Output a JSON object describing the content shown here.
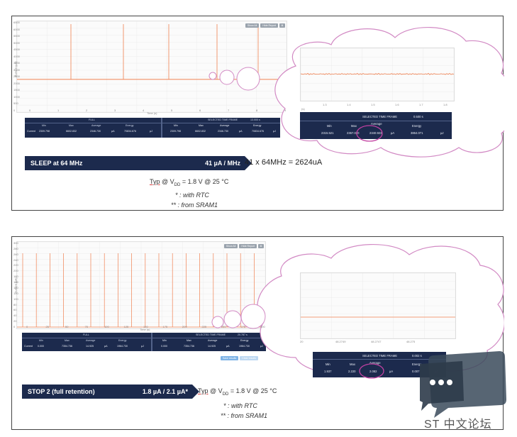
{
  "panels": [
    {
      "plot": {
        "ylabel": "Current (µA)",
        "xlabel": "Time (s)",
        "yticks": [
          "6500",
          "6000",
          "5500",
          "5000",
          "4500",
          "4000",
          "3500",
          "3000",
          "2500",
          "2000",
          "1500",
          "1000",
          "500",
          "0"
        ],
        "xticks": [
          "0",
          "1",
          "2",
          "3",
          "4",
          "5",
          "6",
          "7",
          "8",
          "9"
        ],
        "buttons": [
          "Show All",
          "Hide Report",
          "⚙"
        ]
      },
      "table": {
        "full_label": "FULL",
        "selected_label": "SELECTED TIME FRAME",
        "selected_value": "13.000 s",
        "headers": [
          "Min",
          "Max",
          "Average",
          "Energy"
        ],
        "row_label": "Current",
        "full_values": [
          "2309.798",
          "6602.832",
          "2346.730",
          "µA",
          "70834.676",
          "µJ"
        ],
        "selected_values": [
          "2309.798",
          "6602.832",
          "2346.730",
          "µA",
          "70834.676",
          "µJ"
        ]
      },
      "zoom": {
        "xticks": [
          "1.3",
          "1.4",
          "1.5",
          "1.6",
          "1.7",
          "1.8"
        ],
        "corner": "(s)",
        "selected_label": "SELECTED TIME FRAME",
        "selected_value": "0.500 s",
        "headers": [
          "Min",
          "Max",
          "Average",
          "Energy"
        ],
        "values": [
          "2315.521",
          "2367.020",
          "2340.923",
          "µA",
          "3864.071",
          "µJ"
        ]
      },
      "banner": {
        "left": "SLEEP at 64 MHz",
        "right": "41 µA / MHz"
      },
      "formula": "41 x 64MHz = 2624uA",
      "typ": {
        "prefix": "Typ",
        "mid": " @ V",
        "sub": "DD",
        "suffix": " = 1.8 V @ 25 °C"
      },
      "footnotes": [
        "* : with RTC",
        "** : from SRAM1"
      ]
    },
    {
      "plot": {
        "ylabel": "Current (µA)",
        "xlabel": "Time (s)",
        "yticks": [
          "300",
          "280",
          "260",
          "240",
          "220",
          "200",
          "180",
          "160",
          "140",
          "120",
          "100",
          "80",
          "60",
          "40",
          "20",
          "0"
        ],
        "xticks": [
          "0",
          "25",
          "50",
          "75",
          "100",
          "125",
          "150",
          "175",
          "200",
          "225",
          "250",
          "275",
          "300"
        ],
        "buttons": [
          "Show All",
          "Hide Report",
          "⚙"
        ]
      },
      "table": {
        "full_label": "FULL",
        "selected_label": "SELECTED TIME FRAME",
        "selected_value": "20.787 s",
        "headers": [
          "Min",
          "Max",
          "Average",
          "Energy"
        ],
        "row_label": "Current",
        "full_values": [
          "0.000",
          "7354.736",
          "14.925",
          "µA",
          "1964.730",
          "µJ"
        ],
        "selected_values": [
          "0.000",
          "7354.736",
          "14.925",
          "µA",
          "1964.730",
          "µJ"
        ]
      },
      "extra_buttons": [
        "Save results",
        "Clear results"
      ],
      "zoom": {
        "xticks": [
          "20",
          "48.2749",
          "48.2747",
          "48.275"
        ],
        "selected_label": "SELECTED TIME FRAME",
        "selected_value": "0.002 s",
        "headers": [
          "Min",
          "Max",
          "Average",
          "Energy"
        ],
        "values": [
          "1.937",
          "2.220",
          "2.082",
          "µA",
          "0.007",
          "µJ"
        ]
      },
      "banner": {
        "left": "STOP 2 (full retention)",
        "right": "1.8 µA / 2.1 µA*"
      },
      "typ": {
        "prefix": "Typ",
        "mid": " @ V",
        "sub": "DD",
        "suffix": " = 1.8 V @ 25 °C"
      },
      "footnotes": [
        "* : with RTC",
        "** : from SRAM1"
      ]
    }
  ],
  "watermark": {
    "text": "ST 中文论坛",
    "icon": "chat-bubble-icon"
  },
  "colors": {
    "navy": "#1c2a4d",
    "trace": "#f08050",
    "highlight": "#c040a0"
  }
}
